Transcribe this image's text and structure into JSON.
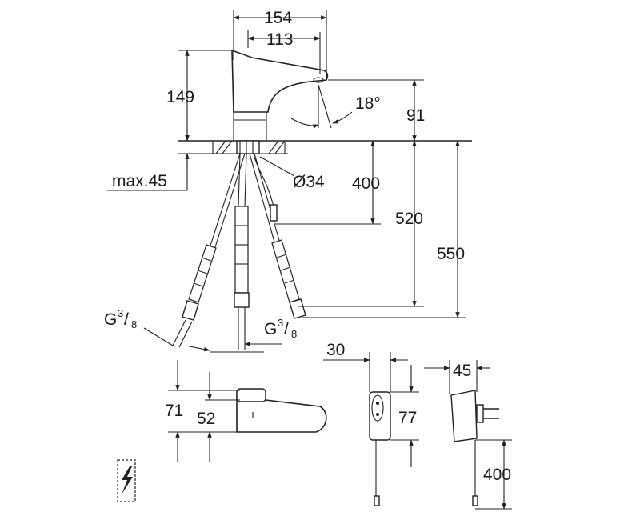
{
  "dimensions": {
    "d154": "154",
    "d113": "113",
    "d149": "149",
    "d18deg": "18°",
    "d91": "91",
    "max45": "max.45",
    "dia34": "Ø34",
    "d400_upper": "400",
    "d520": "520",
    "d550": "550",
    "d30": "30",
    "d45": "45",
    "d71": "71",
    "d52": "52",
    "d77": "77",
    "d400_lower": "400"
  },
  "threads": {
    "left": {
      "base": "G",
      "numerator": "3",
      "denominator": "8"
    },
    "right": {
      "base": "G",
      "numerator": "3",
      "denominator": "8"
    }
  },
  "icons": {
    "electrical": "electrical-hazard-icon",
    "plug": "power-adapter-icon",
    "control_box": "control-box-icon"
  }
}
